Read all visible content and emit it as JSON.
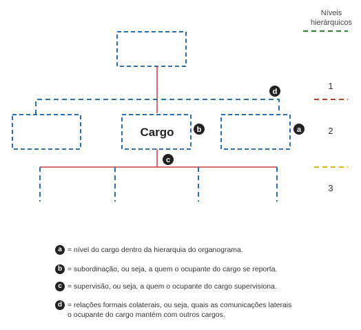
{
  "levels": {
    "title": "Níveis\nhierárquicos",
    "numbers": [
      "1",
      "2",
      "3"
    ],
    "colors": {
      "top": "#2e7d32",
      "level1": "#b5401f",
      "level2": "#d4b12a"
    }
  },
  "diagram": {
    "center_box_label": "Cargo",
    "badges": {
      "a": "a",
      "b": "b",
      "c": "c",
      "d": "d"
    },
    "colors": {
      "box_border": "#2a6fb5",
      "hierarchy_line": "#d13a3a",
      "lateral_line": "#2a6fb5",
      "badge_bg": "#222222"
    }
  },
  "legend": [
    {
      "badge": "a",
      "text": "= nível do cargo dentro da hierarquia do organograma."
    },
    {
      "badge": "b",
      "text": "= subordinação, ou seja, a quem o ocupante do cargo se reporta."
    },
    {
      "badge": "c",
      "text": "= supervisão, ou seja, a quem o ocupante do cargo supervisiona."
    },
    {
      "badge": "d",
      "text": "= relações formais colaterais, ou seja, quais as comunicações laterais\no ocupante do cargo mantém com outros cargos."
    }
  ]
}
